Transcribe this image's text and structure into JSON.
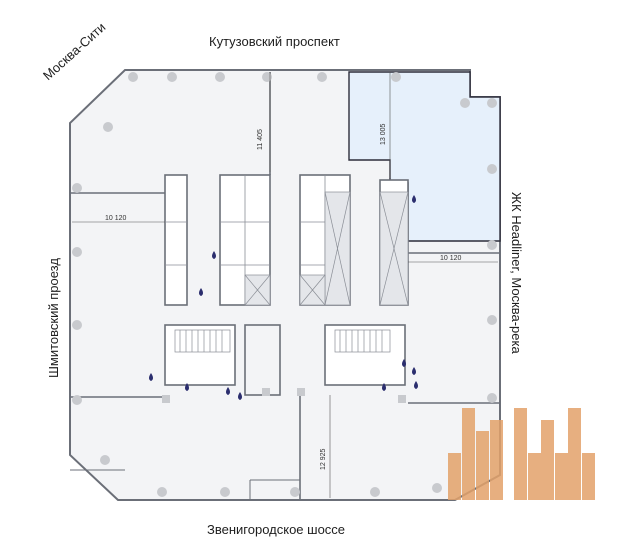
{
  "streets": {
    "north": "Кутузовский проспект",
    "northwest": "Москва-Сити",
    "west": "Шмитовский проезд",
    "east": "ЖК Headliner, Москва-река",
    "south": "Звенигородское шоссе"
  },
  "dimensions": {
    "north_left": "11 405",
    "north_right": "13 005",
    "west": "10 120",
    "east": "10 120",
    "south": "12 925"
  },
  "colors": {
    "floor": "#f3f4f6",
    "wall": "#6b6f78",
    "highlight": "#e6f0fb",
    "highlight_stroke": "#2d2d3a",
    "column": "#c8cace",
    "water": "#2b2e6e",
    "logo": "#e3a26a"
  },
  "icons": {
    "water_point": "water-drop-icon",
    "logo": "developer-logo-icon"
  }
}
